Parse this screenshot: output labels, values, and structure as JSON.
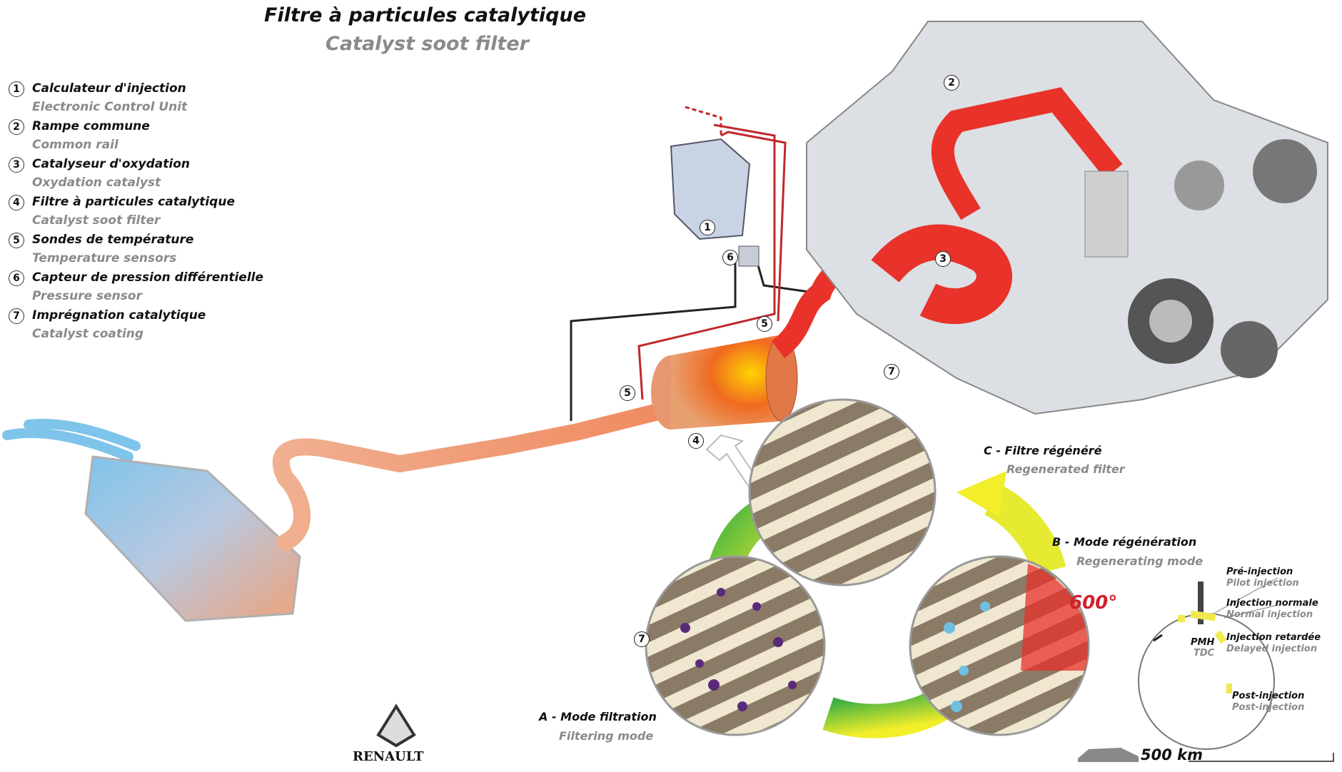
{
  "title": "Filtre à particules catalytique",
  "subtitle": "Catalyst soot filter",
  "legend": [
    {
      "num": "1",
      "fr": "Calculateur d'injection",
      "en": "Electronic Control Unit"
    },
    {
      "num": "2",
      "fr": "Rampe commune",
      "en": "Common rail"
    },
    {
      "num": "3",
      "fr": "Catalyseur d'oxydation",
      "en": "Oxydation catalyst"
    },
    {
      "num": "4",
      "fr": "Filtre à particules catalytique",
      "en": "Catalyst soot filter"
    },
    {
      "num": "5",
      "fr": "Sondes de température",
      "en": "Temperature sensors"
    },
    {
      "num": "6",
      "fr": "Capteur de pression différentielle",
      "en": "Pressure sensor"
    },
    {
      "num": "7",
      "fr": "Imprégnation catalytique",
      "en": "Catalyst coating"
    }
  ],
  "callouts": {
    "ecu": "1",
    "rail": "2",
    "oxcat": "3",
    "filter": "4",
    "temp1": "5",
    "temp2": "5",
    "pressure": "6",
    "coatC": "7",
    "coatA": "7"
  },
  "modes": {
    "a": {
      "fr": "A - Mode filtration",
      "en": "Filtering mode"
    },
    "b": {
      "fr": "B - Mode régénération",
      "en": "Regenerating mode"
    },
    "c": {
      "fr": "C - Filtre régénéré",
      "en": "Regenerated filter"
    }
  },
  "temperature": "600°",
  "injection": {
    "pmh": "PMH",
    "tdc": "TDC",
    "items": [
      {
        "fr": "Pré-injection",
        "en": "Pilot injection"
      },
      {
        "fr": "Injection normale",
        "en": "Normal injection"
      },
      {
        "fr": "Injection retardée",
        "en": "Delayed injection"
      },
      {
        "fr": "Post-injection",
        "en": "Post-injection"
      }
    ]
  },
  "distance": "500 km",
  "brand": "RENAULT",
  "colors": {
    "hot": "#e8322a",
    "cold": "#7fc4ea",
    "arrow_green": "#3cb043",
    "arrow_yellow": "#f2ee2a",
    "injection_marker": "#f0ea50"
  }
}
